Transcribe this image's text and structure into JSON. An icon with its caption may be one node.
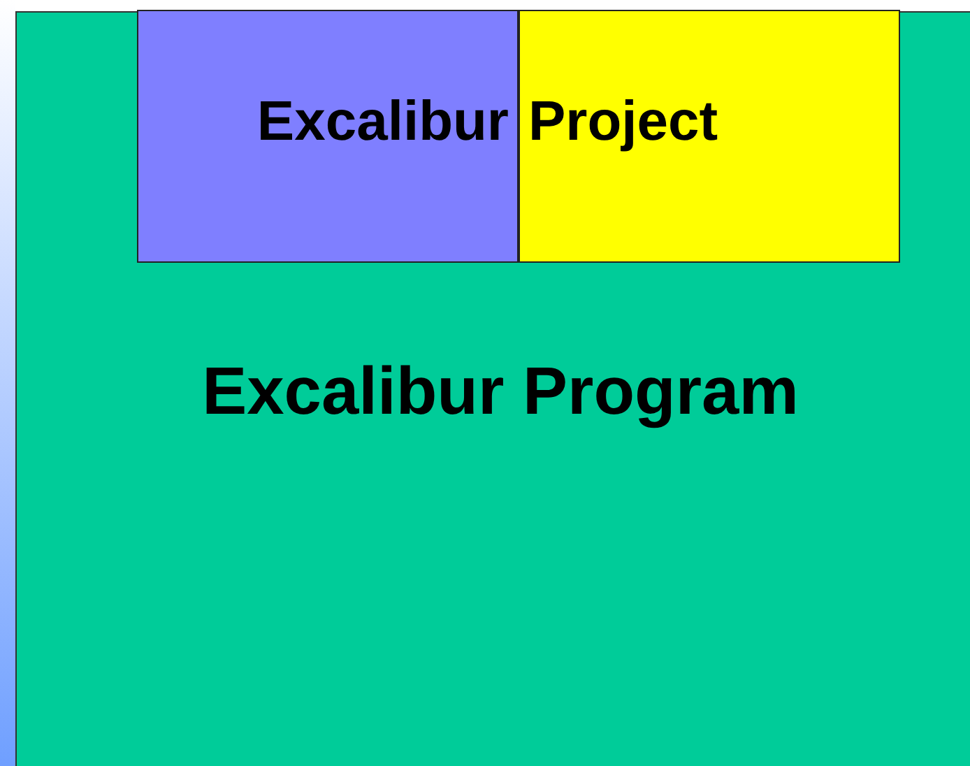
{
  "diagram": {
    "nodes": [
      {
        "text": [
          "Excalibur Program"
        ]
      },
      {
        "text": [
          "Excalibur"
        ],
        "in": 0
      },
      {
        "text": [
          "Project"
        ],
        "in": 0
      }
    ]
  }
}
